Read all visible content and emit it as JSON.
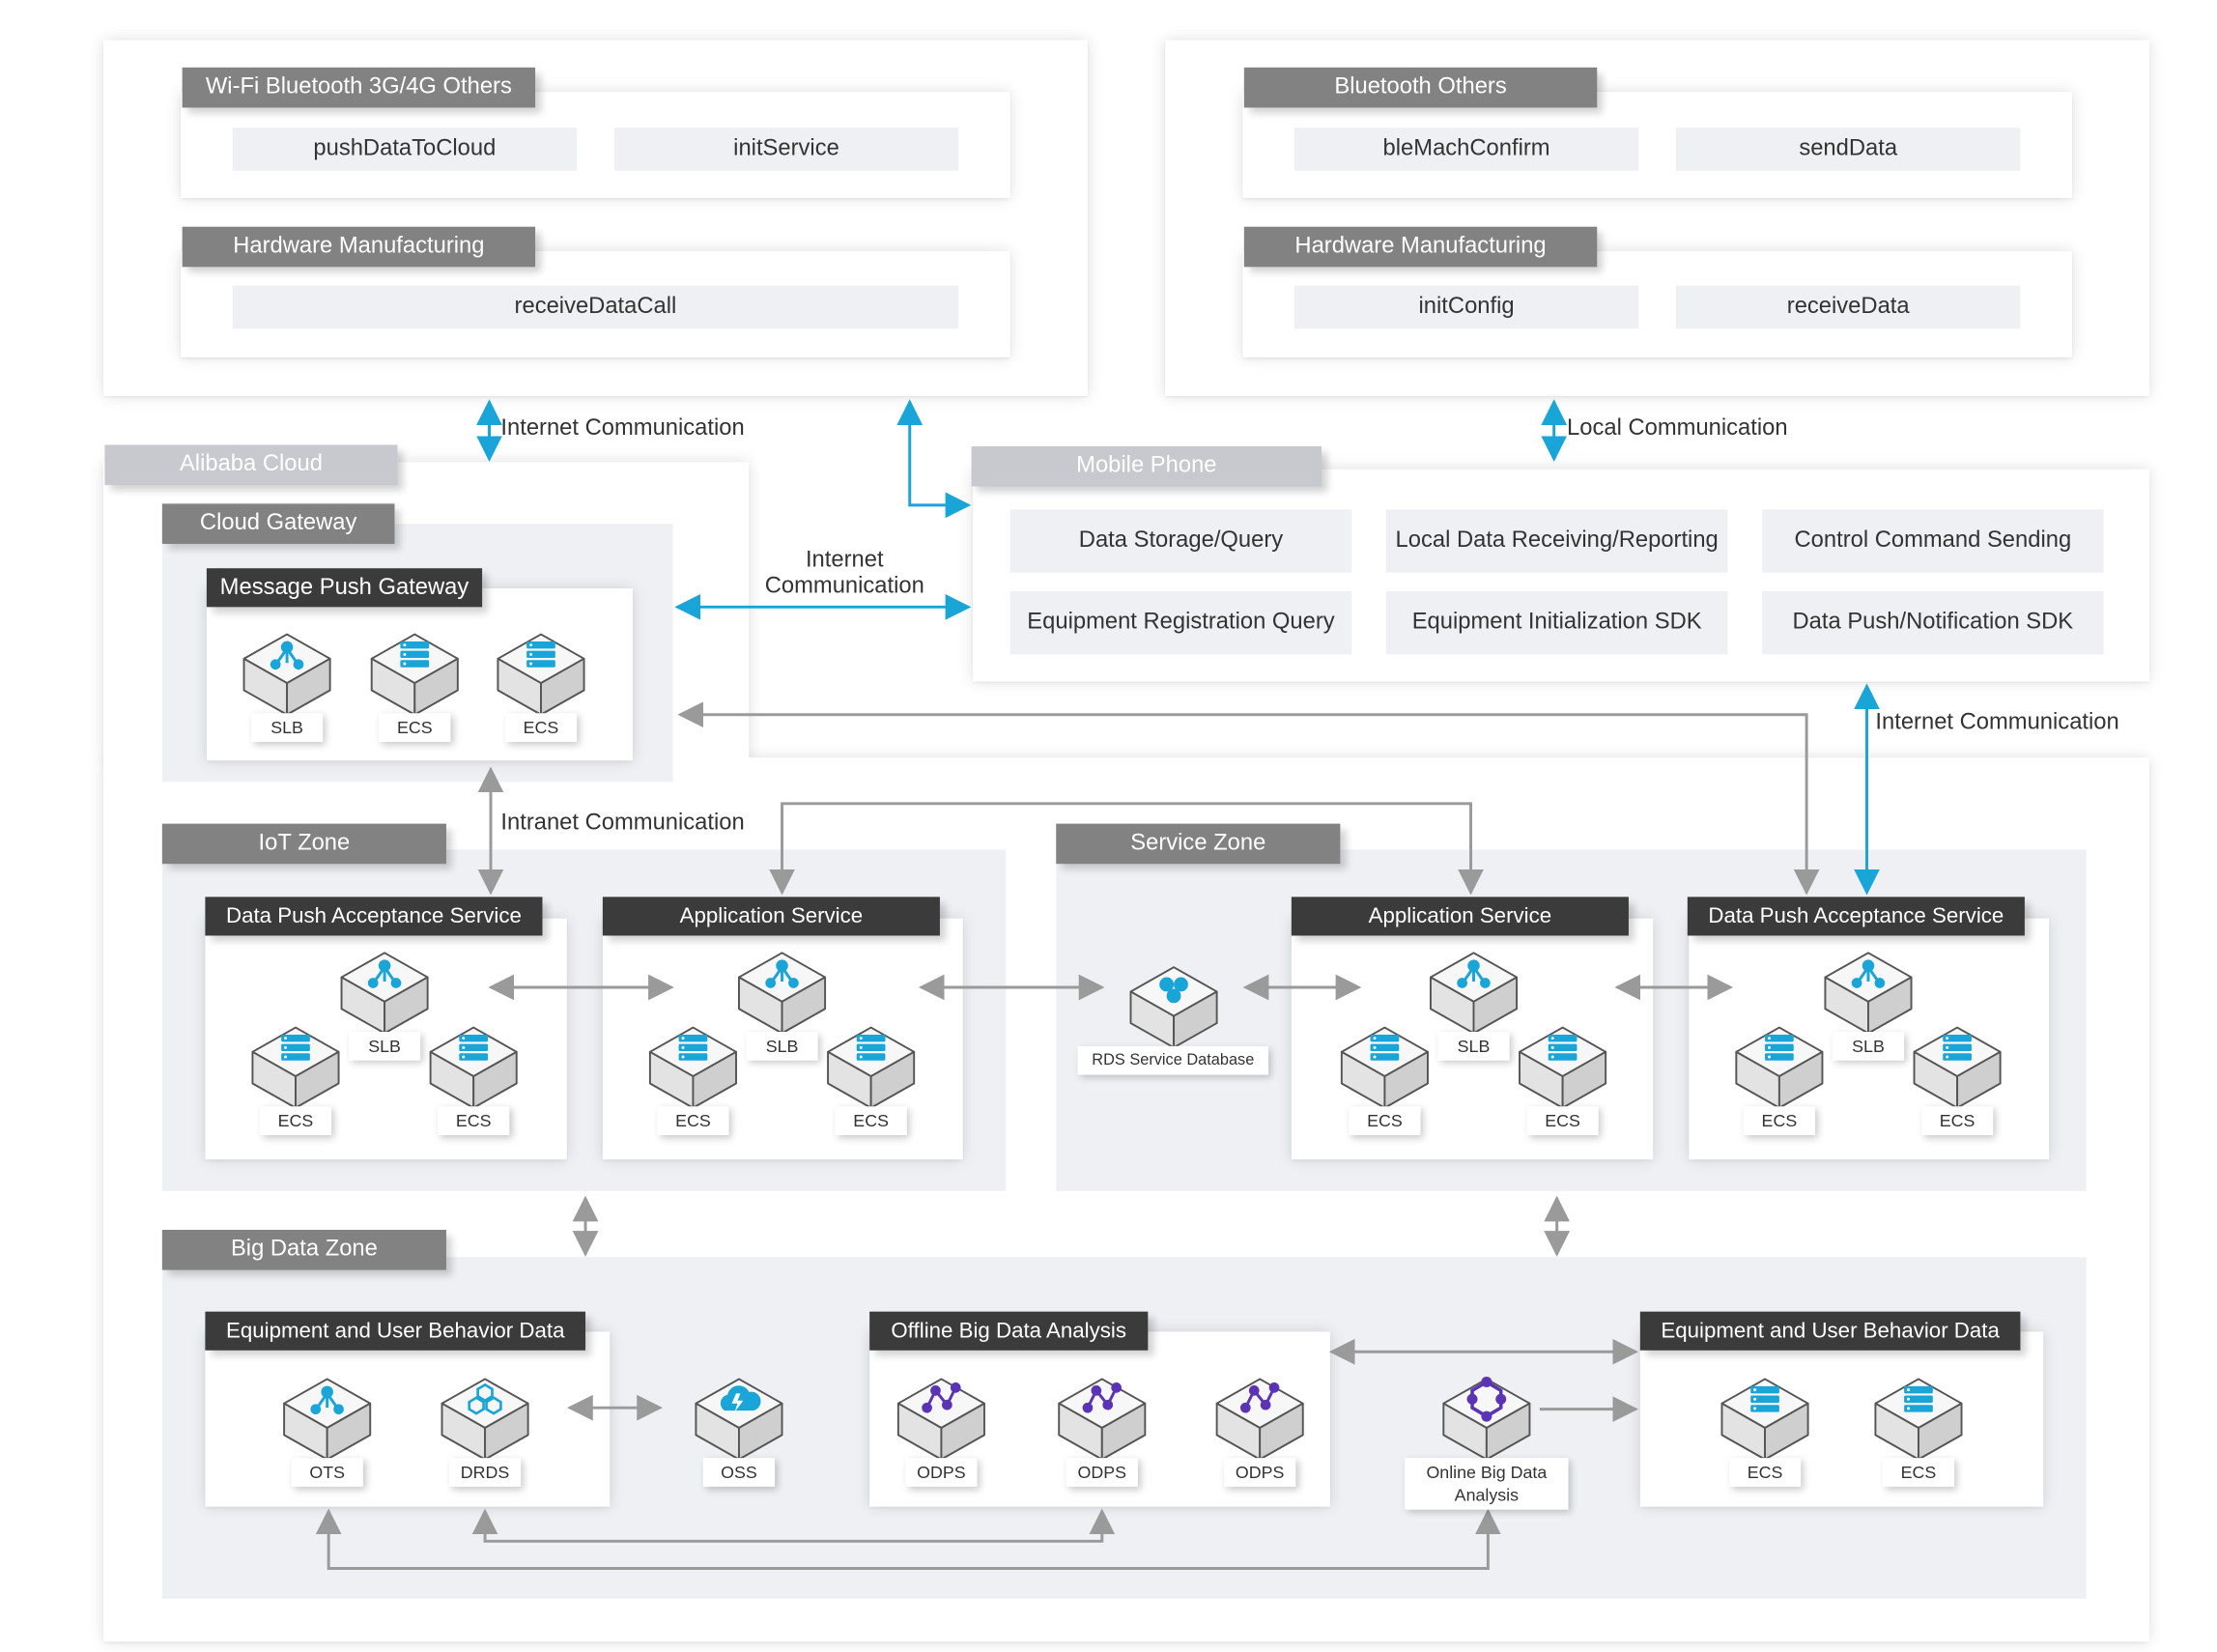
{
  "devices": {
    "left": {
      "group1_tag": "Wi-Fi Bluetooth 3G/4G Others",
      "group1_items": [
        "pushDataToCloud",
        "initService"
      ],
      "group2_tag": "Hardware Manufacturing",
      "group2_items": [
        "receiveDataCall"
      ]
    },
    "right": {
      "group1_tag": "Bluetooth Others",
      "group1_items": [
        "bleMachConfirm",
        "sendData"
      ],
      "group2_tag": "Hardware Manufacturing",
      "group2_items": [
        "initConfig",
        "receiveData"
      ]
    }
  },
  "connections": {
    "internet_top": "Internet Communication",
    "local": "Local Communication",
    "internet_mid_line1": "Internet",
    "internet_mid_line2": "Communication",
    "internet_right": "Internet Communication",
    "intranet": "Intranet Communication"
  },
  "mobile_phone": {
    "tag": "Mobile Phone",
    "cells": [
      "Data Storage/Query",
      "Local Data Receiving/Reporting",
      "Control Command Sending",
      "Equipment Registration Query",
      "Equipment Initialization SDK",
      "Data Push/Notification SDK"
    ]
  },
  "alibaba_cloud": {
    "tag": "Alibaba Cloud",
    "cloud_gateway": {
      "tag": "Cloud Gateway",
      "panel_title": "Message Push Gateway",
      "icons": [
        "SLB",
        "ECS",
        "ECS"
      ]
    },
    "iot_zone": {
      "tag": "IoT Zone",
      "data_push": {
        "title": "Data Push Acceptance Service",
        "slb": "SLB",
        "ecs": [
          "ECS",
          "ECS"
        ]
      },
      "app_service": {
        "title": "Application Service",
        "slb": "SLB",
        "ecs": [
          "ECS",
          "ECS"
        ]
      }
    },
    "service_zone": {
      "tag": "Service Zone",
      "rds": "RDS Service Database",
      "app_service": {
        "title": "Application Service",
        "slb": "SLB",
        "ecs": [
          "ECS",
          "ECS"
        ]
      },
      "data_push": {
        "title": "Data Push Acceptance Service",
        "slb": "SLB",
        "ecs": [
          "ECS",
          "ECS"
        ]
      }
    },
    "big_data_zone": {
      "tag": "Big Data Zone",
      "behavior_left": {
        "title": "Equipment and User Behavior Data",
        "icons": [
          "OTS",
          "DRDS"
        ]
      },
      "oss": "OSS",
      "offline": {
        "title": "Offline Big Data Analysis",
        "icons": [
          "ODPS",
          "ODPS",
          "ODPS"
        ]
      },
      "online_line1": "Online Big Data",
      "online_line2": "Analysis",
      "behavior_right": {
        "title": "Equipment and User Behavior Data",
        "icons": [
          "ECS",
          "ECS"
        ]
      }
    }
  },
  "colors": {
    "accent_blue": "#1aa5d8",
    "arrow_gray": "#9a9a9a",
    "tag_dark": "#3b3b3b",
    "tag_gray": "#828282",
    "tag_light": "#c7c9ce",
    "zone_fill": "#eef0f4",
    "odps_purple": "#5b33b5"
  },
  "icon_names": {
    "slb": "slb-network-icon",
    "ecs": "ecs-server-icon",
    "rds": "rds-database-icon",
    "ots": "ots-table-store-icon",
    "drds": "drds-distributed-db-icon",
    "oss": "oss-cloud-storage-icon",
    "odps": "odps-analytics-icon",
    "online": "online-analysis-icon"
  }
}
